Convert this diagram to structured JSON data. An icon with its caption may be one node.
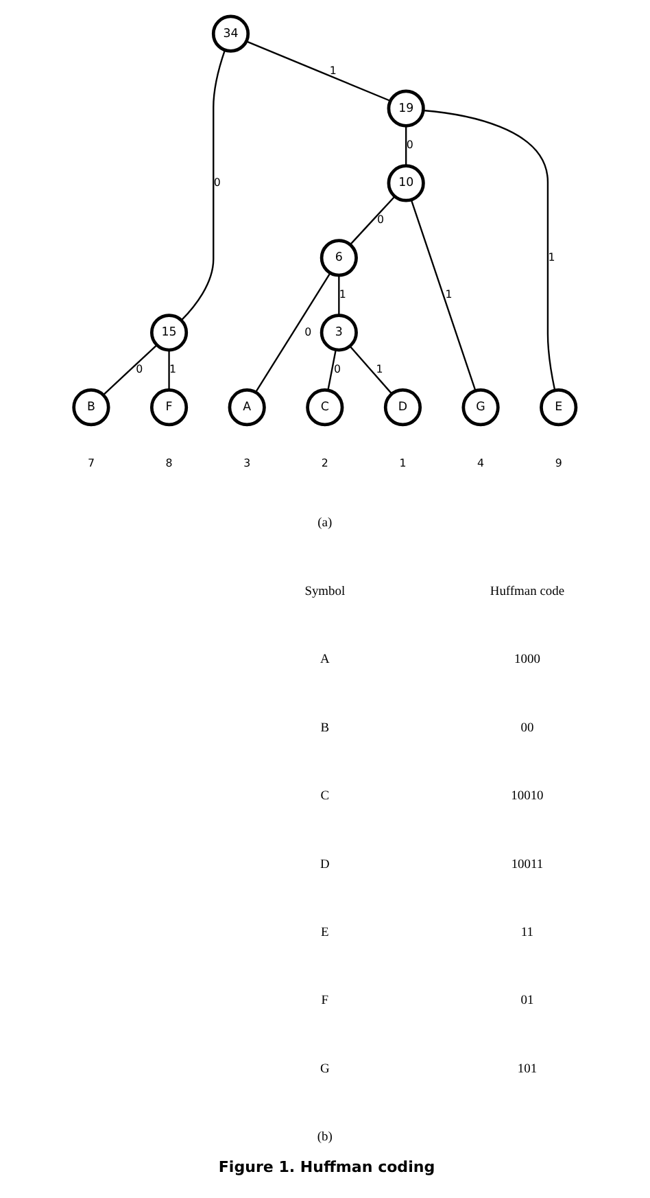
{
  "diagram": {
    "caption": "Figure 1. Huffman coding",
    "nodes": [
      {
        "text": [
          "34"
        ]
      },
      {
        "text": [
          "15"
        ]
      },
      {
        "text": [
          "19"
        ]
      },
      {
        "text": [
          "10"
        ]
      },
      {
        "text": [
          "6"
        ]
      },
      {
        "text": [
          "3"
        ]
      },
      {
        "text": [
          "B"
        ],
        "beside": [
          "7"
        ]
      },
      {
        "text": [
          "F"
        ],
        "beside": [
          "8"
        ]
      },
      {
        "text": [
          "A"
        ],
        "beside": [
          "3"
        ]
      },
      {
        "text": [
          "C"
        ],
        "beside": [
          "2"
        ]
      },
      {
        "text": [
          "D"
        ],
        "beside": [
          "1"
        ]
      },
      {
        "text": [
          "G"
        ],
        "beside": [
          "4"
        ]
      },
      {
        "text": [
          "E"
        ],
        "beside": [
          "9"
        ]
      }
    ],
    "edges": [
      {
        "from": 0,
        "to": 1,
        "arrow": "none",
        "label": "0"
      },
      {
        "from": 0,
        "to": 2,
        "arrow": "none",
        "label": "1"
      },
      {
        "from": 1,
        "to": 6,
        "arrow": "none",
        "label": "0"
      },
      {
        "from": 1,
        "to": 7,
        "arrow": "none",
        "label": "1"
      },
      {
        "from": 2,
        "to": 3,
        "arrow": "none",
        "label": "0"
      },
      {
        "from": 2,
        "to": 12,
        "arrow": "none",
        "label": "1"
      },
      {
        "from": 3,
        "to": 4,
        "arrow": "none",
        "label": "0"
      },
      {
        "from": 3,
        "to": 11,
        "arrow": "none",
        "label": "1"
      },
      {
        "from": 4,
        "to": 8,
        "arrow": "none",
        "label": "0"
      },
      {
        "from": 4,
        "to": 5,
        "arrow": "none",
        "label": "1"
      },
      {
        "from": 5,
        "to": 9,
        "arrow": "none",
        "label": "0"
      },
      {
        "from": 5,
        "to": 10,
        "arrow": "none",
        "label": "1"
      }
    ],
    "labels": [
      "(a)",
      "Symbol",
      "Huffman code",
      "A",
      "1000",
      "B",
      "00",
      "C",
      "10010",
      "D",
      "10011",
      "E",
      "11",
      "F",
      "01",
      "G",
      "101",
      "(b)"
    ]
  }
}
